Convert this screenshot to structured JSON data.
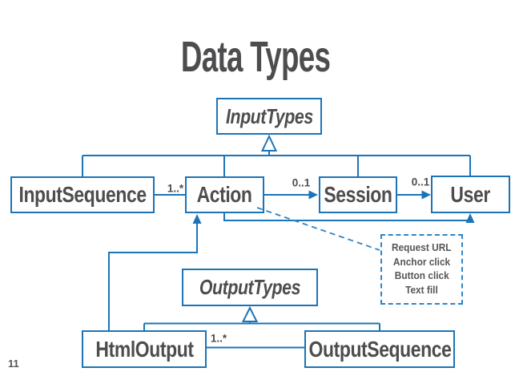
{
  "slide": {
    "title": "Data Types",
    "page_number": "11"
  },
  "diagram": {
    "classes": {
      "input_types": "InputTypes",
      "input_sequence": "InputSequence",
      "action": "Action",
      "session": "Session",
      "user": "User",
      "output_types": "OutputTypes",
      "html_output": "HtmlOutput",
      "output_sequence": "OutputSequence"
    },
    "abstract_classes": [
      "InputTypes",
      "OutputTypes"
    ],
    "multiplicities": {
      "input_sequence_action": "1..*",
      "action_session": "0..1",
      "session_user": "0..1",
      "html_output_output_sequence": "1..*"
    },
    "note": {
      "lines": [
        "Request URL",
        "Anchor click",
        "Button click",
        "Text fill"
      ]
    },
    "colors": {
      "line_blue": "#1b74b8",
      "note_dash_blue": "#2e84c6",
      "text_gray": "#4d4d4f"
    }
  }
}
